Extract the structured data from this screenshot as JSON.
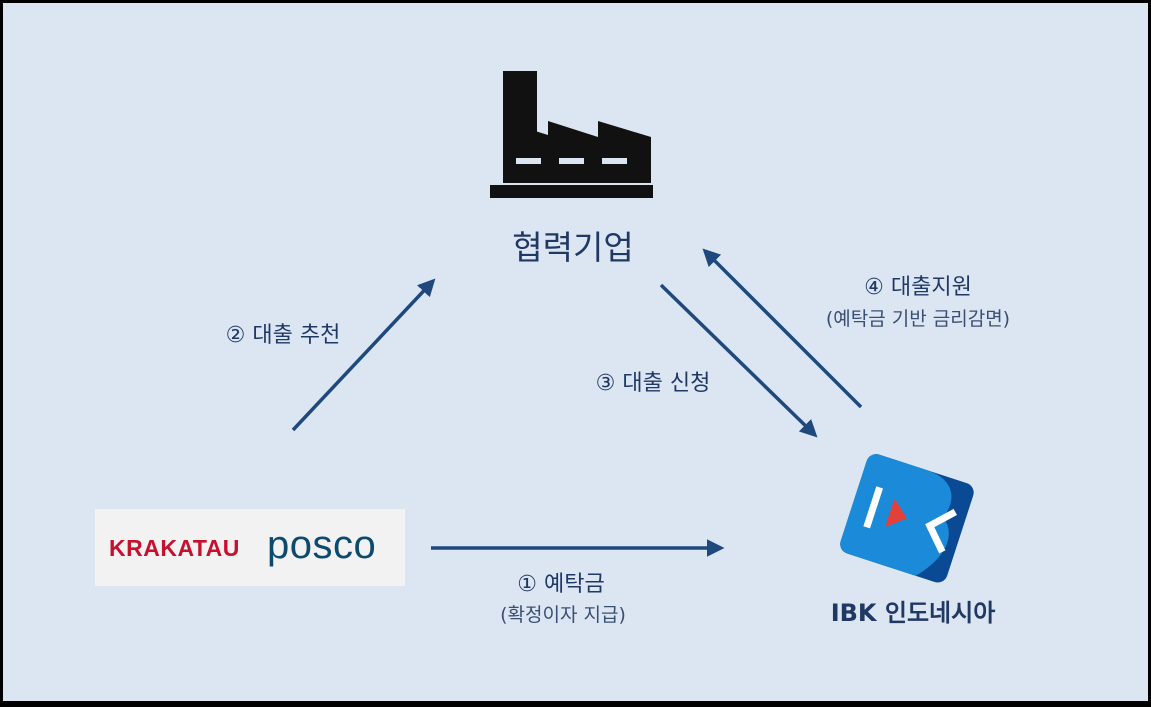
{
  "nodes": {
    "partner": "협력기업",
    "ibk": "IBK 인도네시아"
  },
  "logos": {
    "krakatau": "KRAKATAU",
    "posco": "posco"
  },
  "steps": {
    "step1_title": "① 예탁금",
    "step1_sub": "(확정이자 지급)",
    "step2_title": "② 대출 추천",
    "step3_title": "③ 대출 신청",
    "step4_title": "④ 대출지원",
    "step4_sub": "(예탁금 기반 금리감면)"
  },
  "colors": {
    "background": "#dce6f2",
    "arrow": "#1f497d",
    "text": "#1f3864",
    "ibk_blue": "#0a5cb0",
    "krakatau_red": "#c8102e",
    "posco_navy": "#0c4a6e"
  }
}
